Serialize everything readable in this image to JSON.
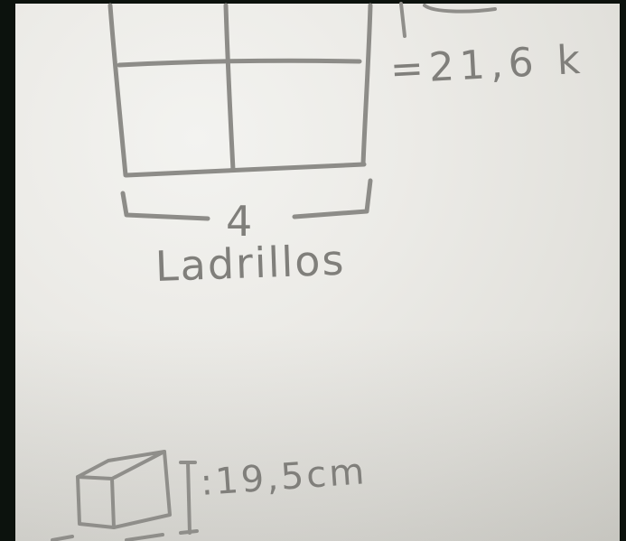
{
  "notes": {
    "width_value": "=21,6 k",
    "brick_count": "4",
    "brick_word": "Ladrillos",
    "brick_height": ":19,5cm"
  },
  "colors": {
    "paper": "#ecebe7",
    "pencil": "#8d8c88",
    "background": "#0c120d"
  }
}
